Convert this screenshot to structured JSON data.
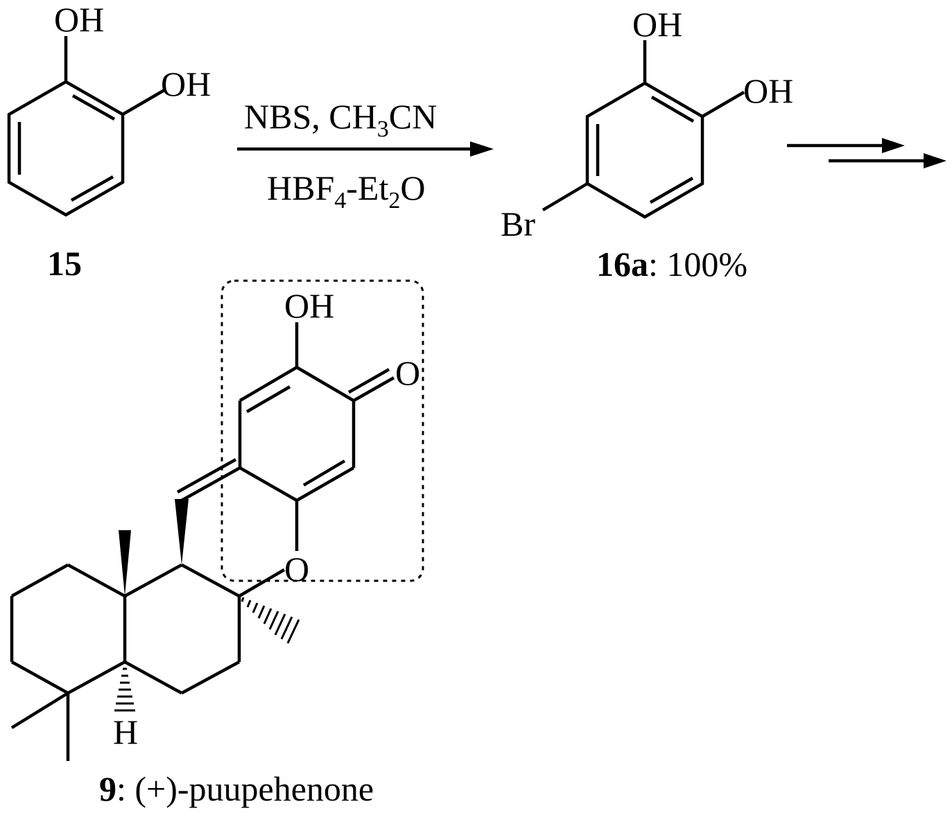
{
  "atoms": {
    "oh": "OH",
    "br": "Br",
    "o": "O",
    "h": "H"
  },
  "reaction": {
    "reagent_top": {
      "a": "NBS, CH",
      "a_sub": "3",
      "b": "CN"
    },
    "reagent_bottom": {
      "a": "HBF",
      "a_sub": "4",
      "b": "-Et",
      "b_sub": "2",
      "c": "O"
    }
  },
  "compounds": {
    "c15": {
      "id": "15"
    },
    "c16a": {
      "id": "16a",
      "yield": ": 100%"
    },
    "c9": {
      "id": "9",
      "name": ": (+)-puupehenone"
    }
  }
}
